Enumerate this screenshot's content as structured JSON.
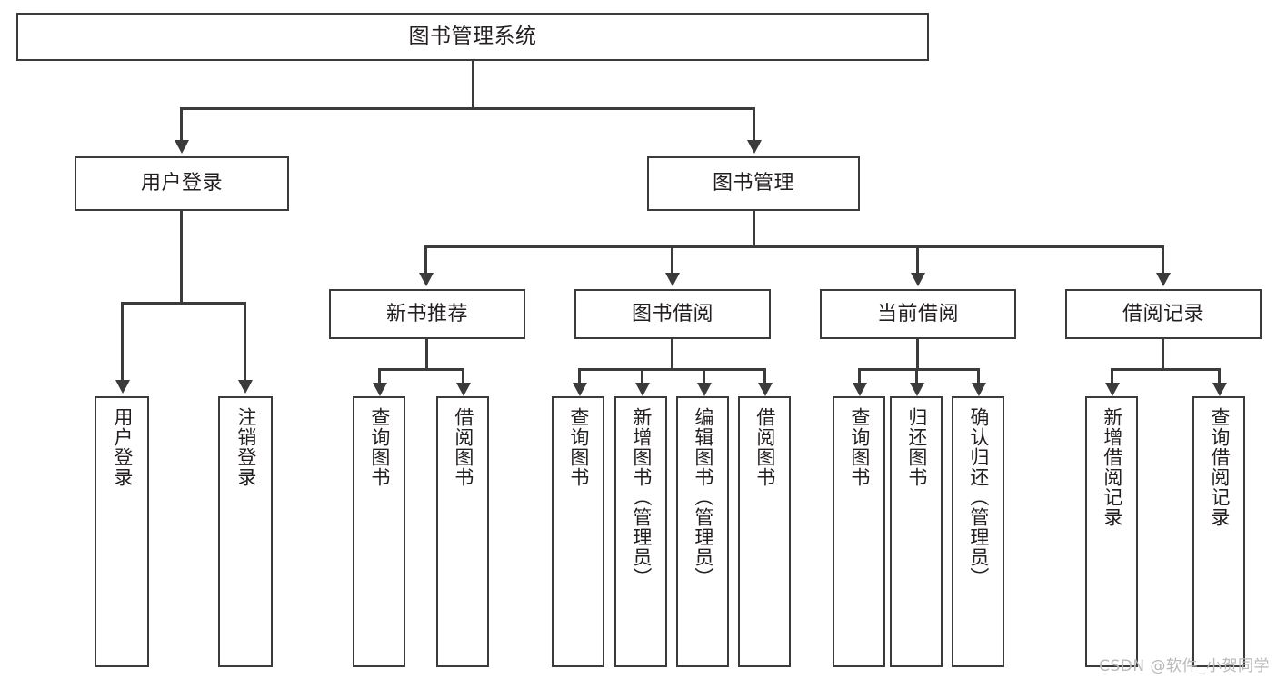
{
  "diagram": {
    "type": "tree-hierarchy-chart",
    "title": "图书管理系统",
    "watermark": "CSDN @软件_小贺同学",
    "colors": {
      "stroke": "#3b3b3b",
      "fill": "#ffffff",
      "text": "#231f20",
      "watermark": "#b9b9b9"
    },
    "levels": {
      "root": {
        "label": "图书管理系统"
      },
      "level2": [
        {
          "label": "用户登录"
        },
        {
          "label": "图书管理"
        }
      ],
      "level3": [
        {
          "label": "新书推荐"
        },
        {
          "label": "图书借阅"
        },
        {
          "label": "当前借阅"
        },
        {
          "label": "借阅记录"
        }
      ],
      "leaves": {
        "user_login": [
          {
            "label": "用户登录"
          },
          {
            "label": "注销登录"
          }
        ],
        "new_book_recommend": [
          {
            "label": "查询图书"
          },
          {
            "label": "借阅图书"
          }
        ],
        "book_borrow": [
          {
            "label": "查询图书"
          },
          {
            "label": "新增图书（管理员）"
          },
          {
            "label": "编辑图书（管理员）"
          },
          {
            "label": "借阅图书"
          }
        ],
        "current_borrow": [
          {
            "label": "查询图书"
          },
          {
            "label": "归还图书"
          },
          {
            "label": "确认归还（管理员）"
          }
        ],
        "borrow_record": [
          {
            "label": "新增借阅记录"
          },
          {
            "label": "查询借阅记录"
          }
        ]
      }
    }
  }
}
